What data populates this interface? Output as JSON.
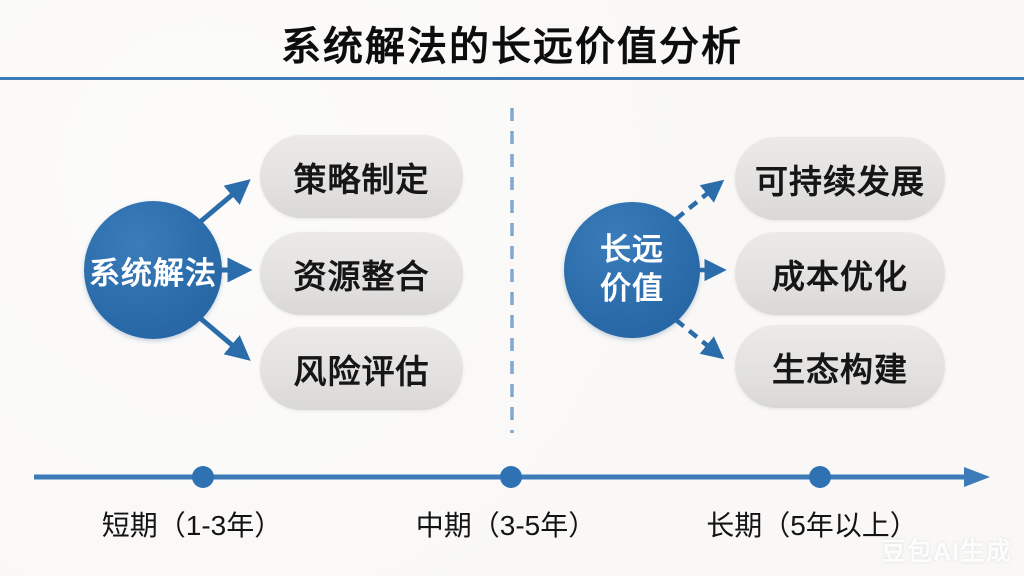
{
  "title": "系统解法的长远价值分析",
  "left_group": {
    "hub": "系统解法",
    "items": [
      "策略制定",
      "资源整合",
      "风险评估"
    ]
  },
  "right_group": {
    "hub_line1": "长远",
    "hub_line2": "价值",
    "items": [
      "可持续发展",
      "成本优化",
      "生态构建"
    ]
  },
  "timeline": {
    "labels": [
      "短期（1-3年）",
      "中期（3-5年）",
      "长期（5年以上）"
    ]
  },
  "watermark": "豆包AI生成",
  "colors": {
    "accent_blue": "#2b6cab",
    "rule_blue": "#3c7ab8",
    "divider_dash_blue": "#82a7cf",
    "pill_gray": "#e2e1df",
    "background": "#f9f8f6"
  }
}
